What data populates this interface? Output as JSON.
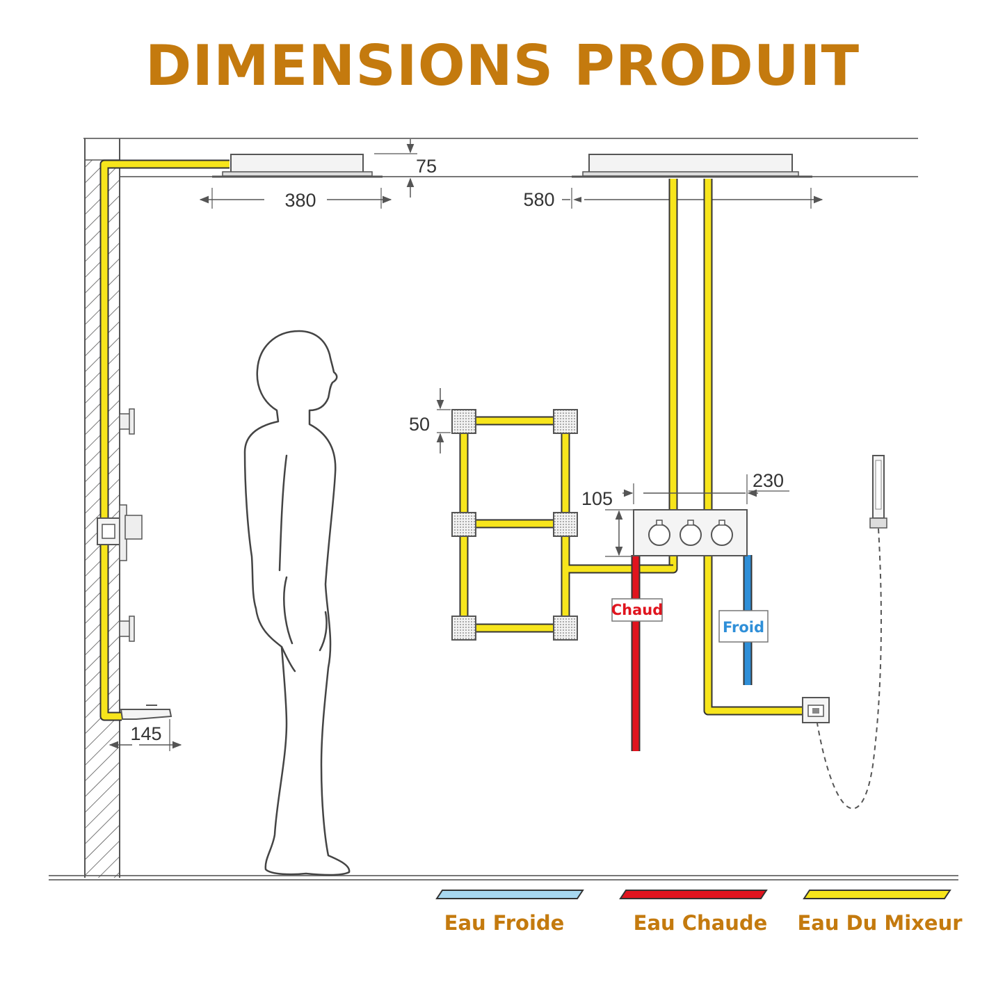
{
  "title": "DIMENSIONS PRODUIT",
  "colors": {
    "title": "#C47A0E",
    "mixed_pipe": "#F7E51C",
    "hot_pipe": "#E0141E",
    "cold_pipe": "#2F8FD8",
    "cold_legend": "#A8D8F0",
    "outline": "#555555"
  },
  "dimensions": {
    "ceiling_head_height": "75",
    "small_head_width": "380",
    "large_head_width": "580",
    "body_jet_size": "50",
    "mixer_offset": "105",
    "mixer_width": "230",
    "spout_projection": "145"
  },
  "pipe_tags": {
    "hot": "Chaud",
    "cold": "Froid"
  },
  "legend": {
    "cold": "Eau Froide",
    "hot": "Eau Chaude",
    "mixed": "Eau Du Mixeur"
  }
}
